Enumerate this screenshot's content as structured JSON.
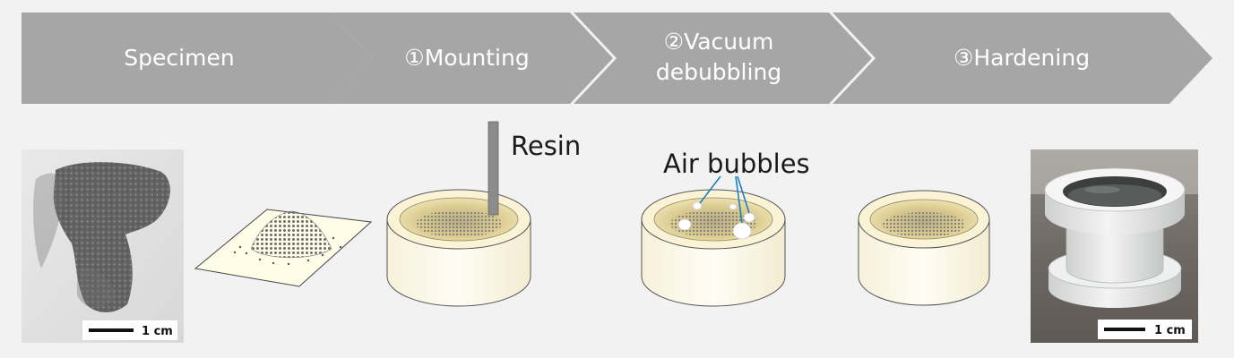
{
  "process": {
    "steps": [
      {
        "lines": [
          "Specimen"
        ]
      },
      {
        "lines": [
          "①Mounting"
        ]
      },
      {
        "lines": [
          "②Vacuum",
          "debubbling"
        ]
      },
      {
        "lines": [
          "③Hardening"
        ]
      }
    ]
  },
  "annotations": {
    "resin": "Resin",
    "air_bubbles": "Air bubbles"
  },
  "scale_bars": {
    "left": "1 cm",
    "right": "1 cm"
  },
  "colors": {
    "arrow_fill": "#a6a6a6",
    "background": "#f2f2f2",
    "cup_body": "#fdf8e6",
    "resin_fill": "#e8d8a0",
    "particles": "#6e6e6e",
    "bubble_lines": "#1f7fc1"
  }
}
